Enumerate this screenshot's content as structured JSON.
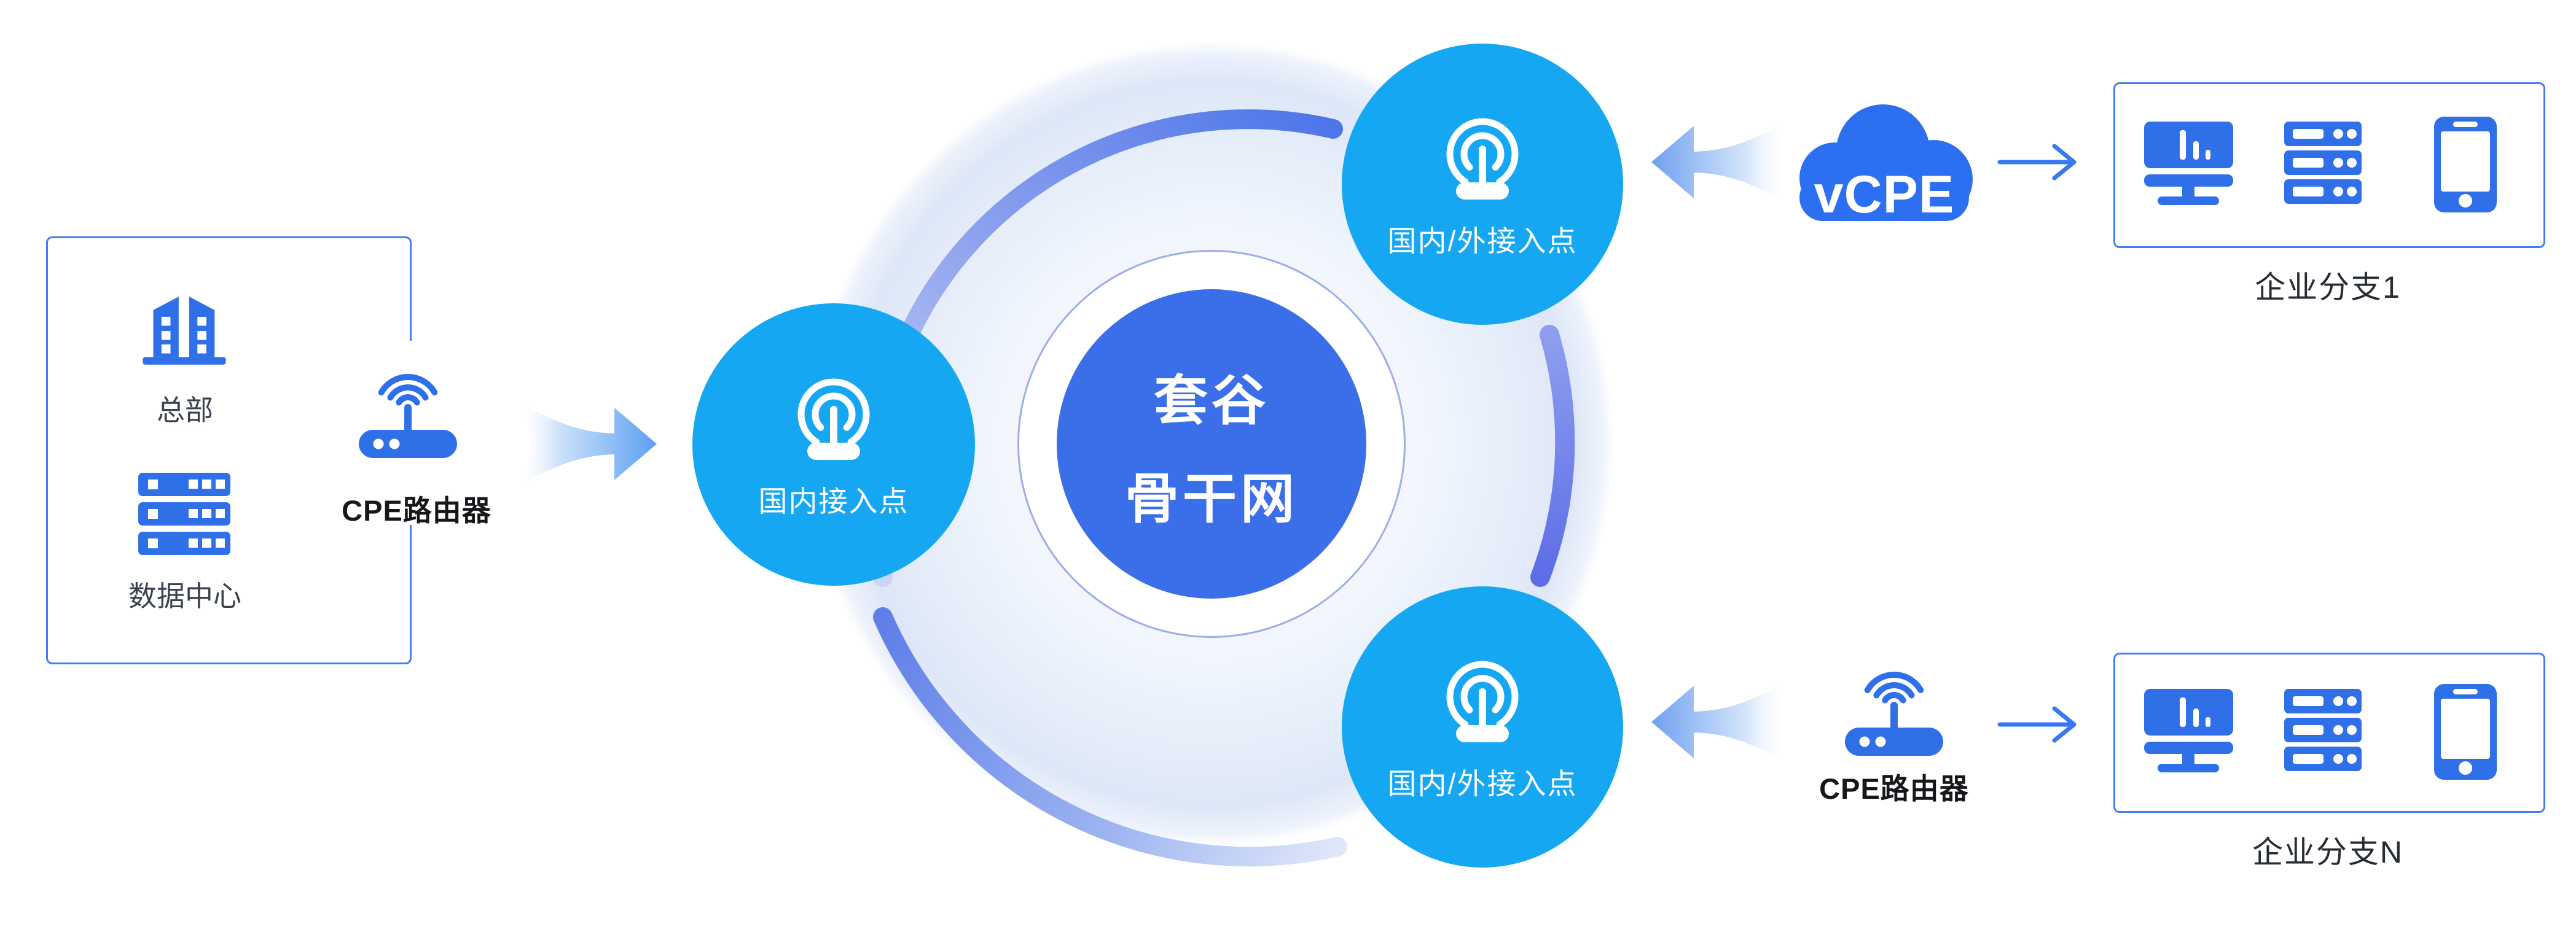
{
  "palette": {
    "access_point_azure": "#15A7F2",
    "core_blue": "#3B6EE9",
    "icon_royal_blue": "#2F70E8",
    "cloud_blue": "#2C6FF1",
    "box_border_blue": "#3F7EF5",
    "thin_arrow_blue": "#3679F1",
    "arc_light": "#CBD4F5",
    "arc_indigo": "#5E6DE7",
    "label_dark": "#3A414D"
  },
  "hq_box": {
    "items": [
      {
        "icon": "building-icon",
        "label": "总部"
      },
      {
        "icon": "datacenter-server-icon",
        "label": "数据中心"
      }
    ],
    "router": {
      "icon": "wifi-router-icon",
      "label": "CPE路由器"
    }
  },
  "core": {
    "line1": "套谷",
    "line2": "骨干网"
  },
  "access_points": {
    "left": {
      "icon": "broadcast-icon",
      "label": "国内接入点"
    },
    "top": {
      "icon": "broadcast-icon",
      "label": "国内/外接入点"
    },
    "bottom": {
      "icon": "broadcast-icon",
      "label": "国内/外接入点"
    }
  },
  "vcpe_cloud": {
    "icon": "cloud-icon",
    "label": "vCPE"
  },
  "bottom_router": {
    "icon": "wifi-router-icon",
    "label": "CPE路由器"
  },
  "branches": {
    "top": {
      "icons": [
        "desktop-monitor-icon",
        "server-rack-icon",
        "smartphone-icon"
      ],
      "label": "企业分支1"
    },
    "bottom": {
      "icons": [
        "desktop-monitor-icon",
        "server-rack-icon",
        "smartphone-icon"
      ],
      "label": "企业分支N"
    }
  }
}
